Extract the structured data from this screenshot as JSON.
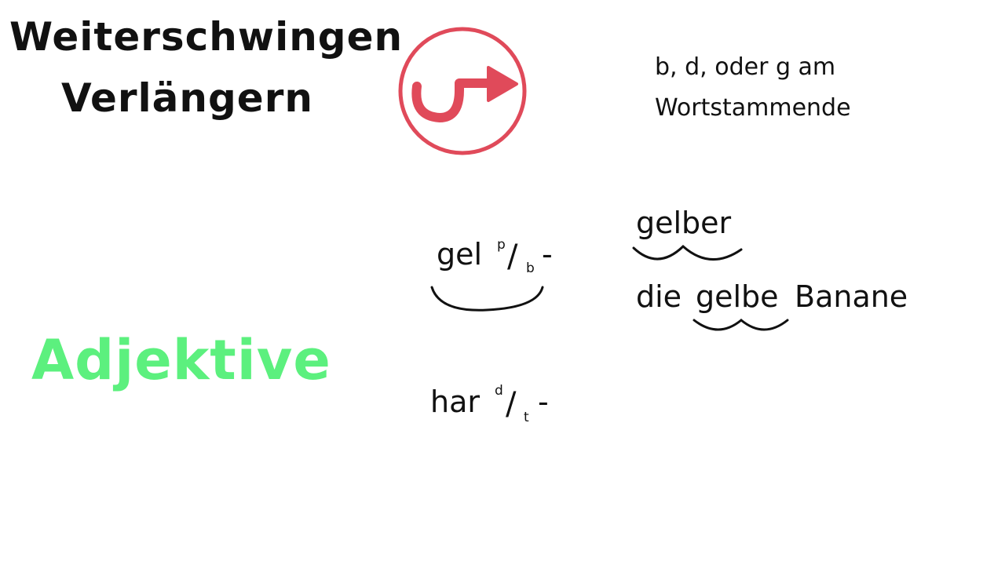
{
  "heading": {
    "line1": "Weiterschwingen",
    "line2": "Verlängern"
  },
  "rule": {
    "line1": "b, d, oder g am",
    "line2": "Wortstammende"
  },
  "category": {
    "label": "Adjektive"
  },
  "examples": {
    "gel": {
      "stem": "gel",
      "upper": "p",
      "slash": "/",
      "lower": "b",
      "dash": "-"
    },
    "har": {
      "stem": "har",
      "upper": "d",
      "slash": "/",
      "lower": "t",
      "dash": "-"
    }
  },
  "extended": {
    "gelber": "gelber",
    "phrase_the": "die",
    "phrase_adj": "gelbe",
    "phrase_noun": "Banane"
  },
  "icon": {
    "name": "u-turn-arrow-icon",
    "color": "#e04a5a"
  },
  "colors": {
    "accent_green": "#5cf07e",
    "accent_red": "#e04a5a",
    "text": "#111111"
  }
}
